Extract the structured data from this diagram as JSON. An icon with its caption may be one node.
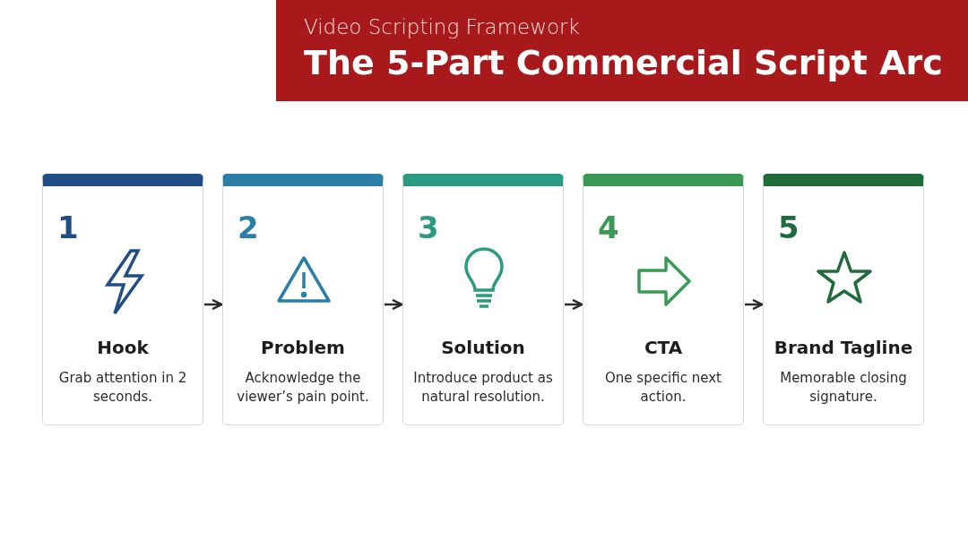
{
  "diagram": {
    "title": "The 5-Part Commercial Script Arc",
    "nodes": [
      {
        "text": [
          "1",
          "Hook",
          "Grab attention in 2 seconds."
        ]
      },
      {
        "text": [
          "2",
          "Problem",
          "Acknowledge the viewer’s pain point."
        ]
      },
      {
        "text": [
          "3",
          "Solution",
          "Introduce product as natural resolution."
        ]
      },
      {
        "text": [
          "4",
          "CTA",
          "One specific next action."
        ]
      },
      {
        "text": [
          "5",
          "Brand Tagline",
          "Memorable closing signature."
        ]
      }
    ],
    "edges": [
      {
        "from": 0,
        "to": 1,
        "arrow": "to"
      },
      {
        "from": 1,
        "to": 2,
        "arrow": "to"
      },
      {
        "from": 2,
        "to": 3,
        "arrow": "to"
      },
      {
        "from": 3,
        "to": 4,
        "arrow": "to"
      }
    ],
    "labels": [
      "Video Scripting Framework"
    ]
  }
}
